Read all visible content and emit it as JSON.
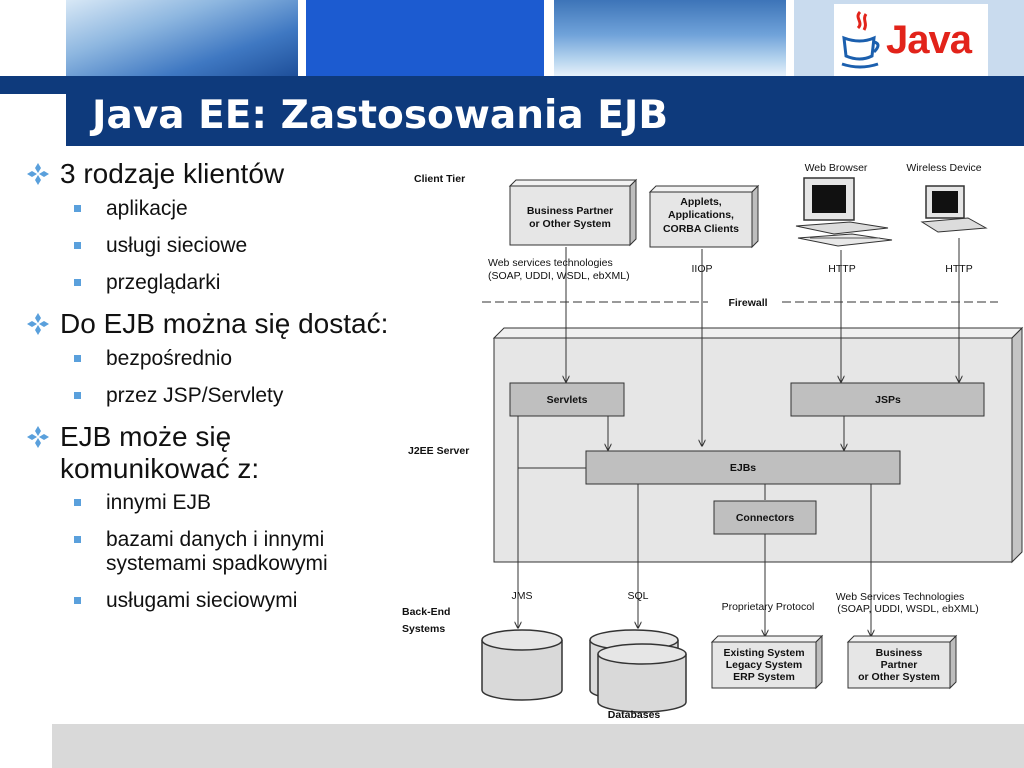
{
  "slide": {
    "title": "Java EE: Zastosowania EJB",
    "logo_text": "Java",
    "colors": {
      "title_bar": "#0e3a7c",
      "bullet_accent": "#5aa0dc",
      "logo": "#e2231a"
    }
  },
  "bullets": [
    {
      "text": "3 rodzaje klientów",
      "items": [
        "aplikacje",
        "usługi sieciowe",
        "przeglądarki"
      ]
    },
    {
      "text": "Do EJB można się dostać:",
      "items": [
        "bezpośrednio",
        "przez JSP/Servlety"
      ]
    },
    {
      "text": "EJB może się komunikować z:",
      "items": [
        "innymi EJB",
        "bazami danych i innymi systemami spadkowymi",
        "usługami sieciowymi"
      ]
    }
  ],
  "diagram": {
    "tiers": {
      "client": "Client Tier",
      "server": "J2EE Server",
      "backend1": "Back-End",
      "backend2": "Systems"
    },
    "clients": {
      "partner1": "Business Partner",
      "partner2": "or Other System",
      "applets1": "Applets,",
      "applets2": "Applications,",
      "applets3": "CORBA Clients",
      "browser": "Web Browser",
      "wireless": "Wireless Device"
    },
    "protocols": {
      "ws1": "Web services technologies",
      "ws2": "(SOAP, UDDI, WSDL, ebXML)",
      "iiop": "IIOP",
      "http1": "HTTP",
      "http2": "HTTP",
      "firewall": "Firewall",
      "jms": "JMS",
      "sql": "SQL",
      "proprietary": "Proprietary Protocol",
      "wsb1": "Web Services Technologies",
      "wsb2": "(SOAP, UDDI, WSDL, ebXML)"
    },
    "components": {
      "servlets": "Servlets",
      "jsps": "JSPs",
      "ejbs": "EJBs",
      "connectors": "Connectors"
    },
    "backend": {
      "databases": "Databases",
      "existing1": "Existing System",
      "existing2": "Legacy System",
      "existing3": "ERP System",
      "bp1": "Business",
      "bp2": "Partner",
      "bp3": "or Other System"
    }
  }
}
